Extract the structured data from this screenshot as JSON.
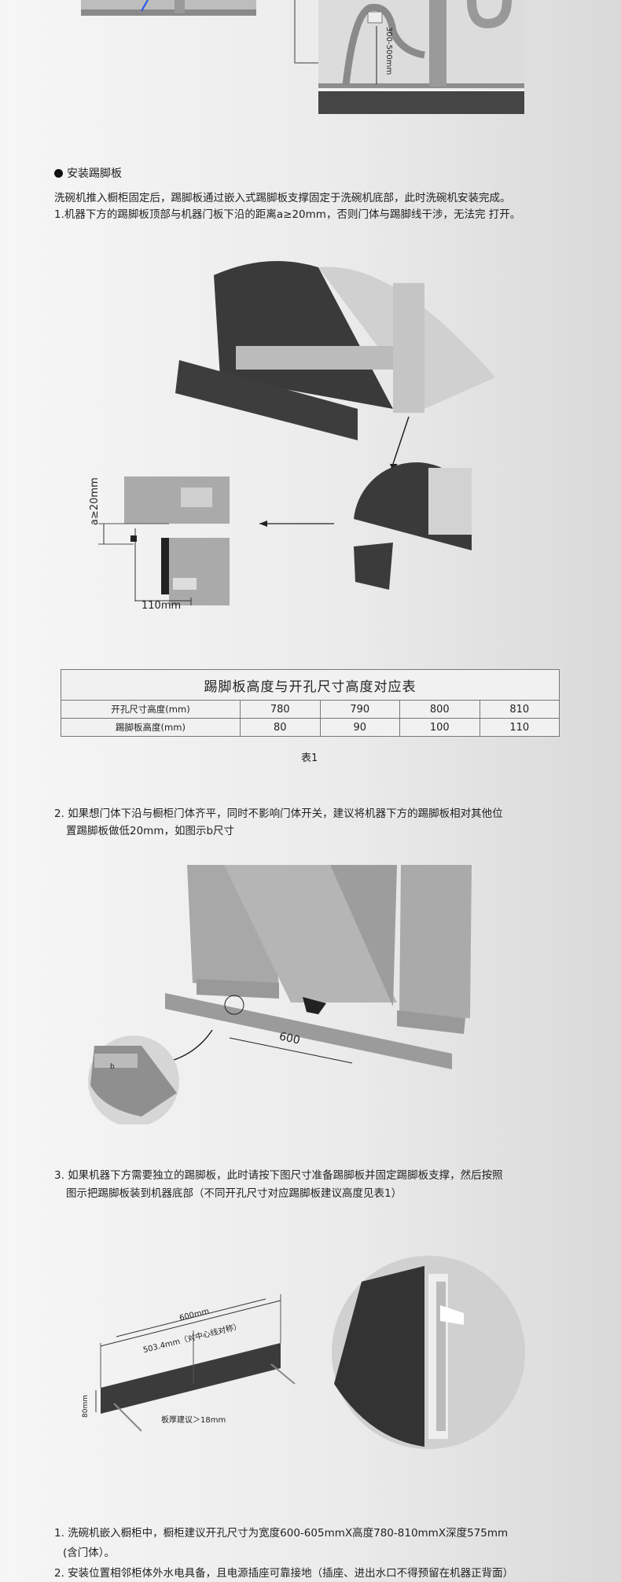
{
  "top_figure": {
    "dimension_label": "300-500mm"
  },
  "section": {
    "heading": "安装踢脚板",
    "intro": "洗碗机推入橱柜固定后，踢脚板通过嵌入式踢脚板支撑固定于洗碗机底部，此时洗碗机安装完成。",
    "item1": "1.机器下方的踢脚板顶部与机器门板下沿的距离a≥20mm，否则门体与踢脚线干涉，无法完 打开。"
  },
  "figure1": {
    "label_a": "a≥20mm",
    "label_width": "110mm"
  },
  "table": {
    "title": "踢脚板高度与开孔尺寸高度对应表",
    "rows": [
      {
        "label": "开孔尺寸高度(mm)",
        "values": [
          "780",
          "790",
          "800",
          "810"
        ]
      },
      {
        "label": "踢脚板高度(mm)",
        "values": [
          "80",
          "90",
          "100",
          "110"
        ]
      }
    ],
    "caption": "表1"
  },
  "item2": {
    "line1": "2. 如果想门体下沿与橱柜门体齐平，同时不影响门体开关，建议将机器下方的踢脚板相对其他位",
    "line2": "置踢脚板做低20mm，如图示b尺寸"
  },
  "figure2": {
    "label_600": "600",
    "label_b": "b"
  },
  "item3": {
    "line1": "3. 如果机器下方需要独立的踢脚板，此时请按下图尺寸准备踢脚板并固定踢脚板支撑，然后按照",
    "line2": "图示把踢脚板装到机器底部（不同开孔尺寸对应踢脚板建议高度见表1）"
  },
  "figure3": {
    "label_600": "600mm",
    "label_503": "503.4mm（对中心线对称）",
    "label_80": "80mm",
    "label_thickness": "板厚建议＞18mm"
  },
  "notes": {
    "line1": "1. 洗碗机嵌入橱柜中，橱柜建议开孔尺寸为宽度600-605mmX高度780-810mmX深度575mm",
    "line1b": "(含门体）。",
    "line2": "2. 安装位置相邻柜体外水电具备，且电源插座可靠接地（插座、进出水口不得预留在机器正背面）"
  }
}
